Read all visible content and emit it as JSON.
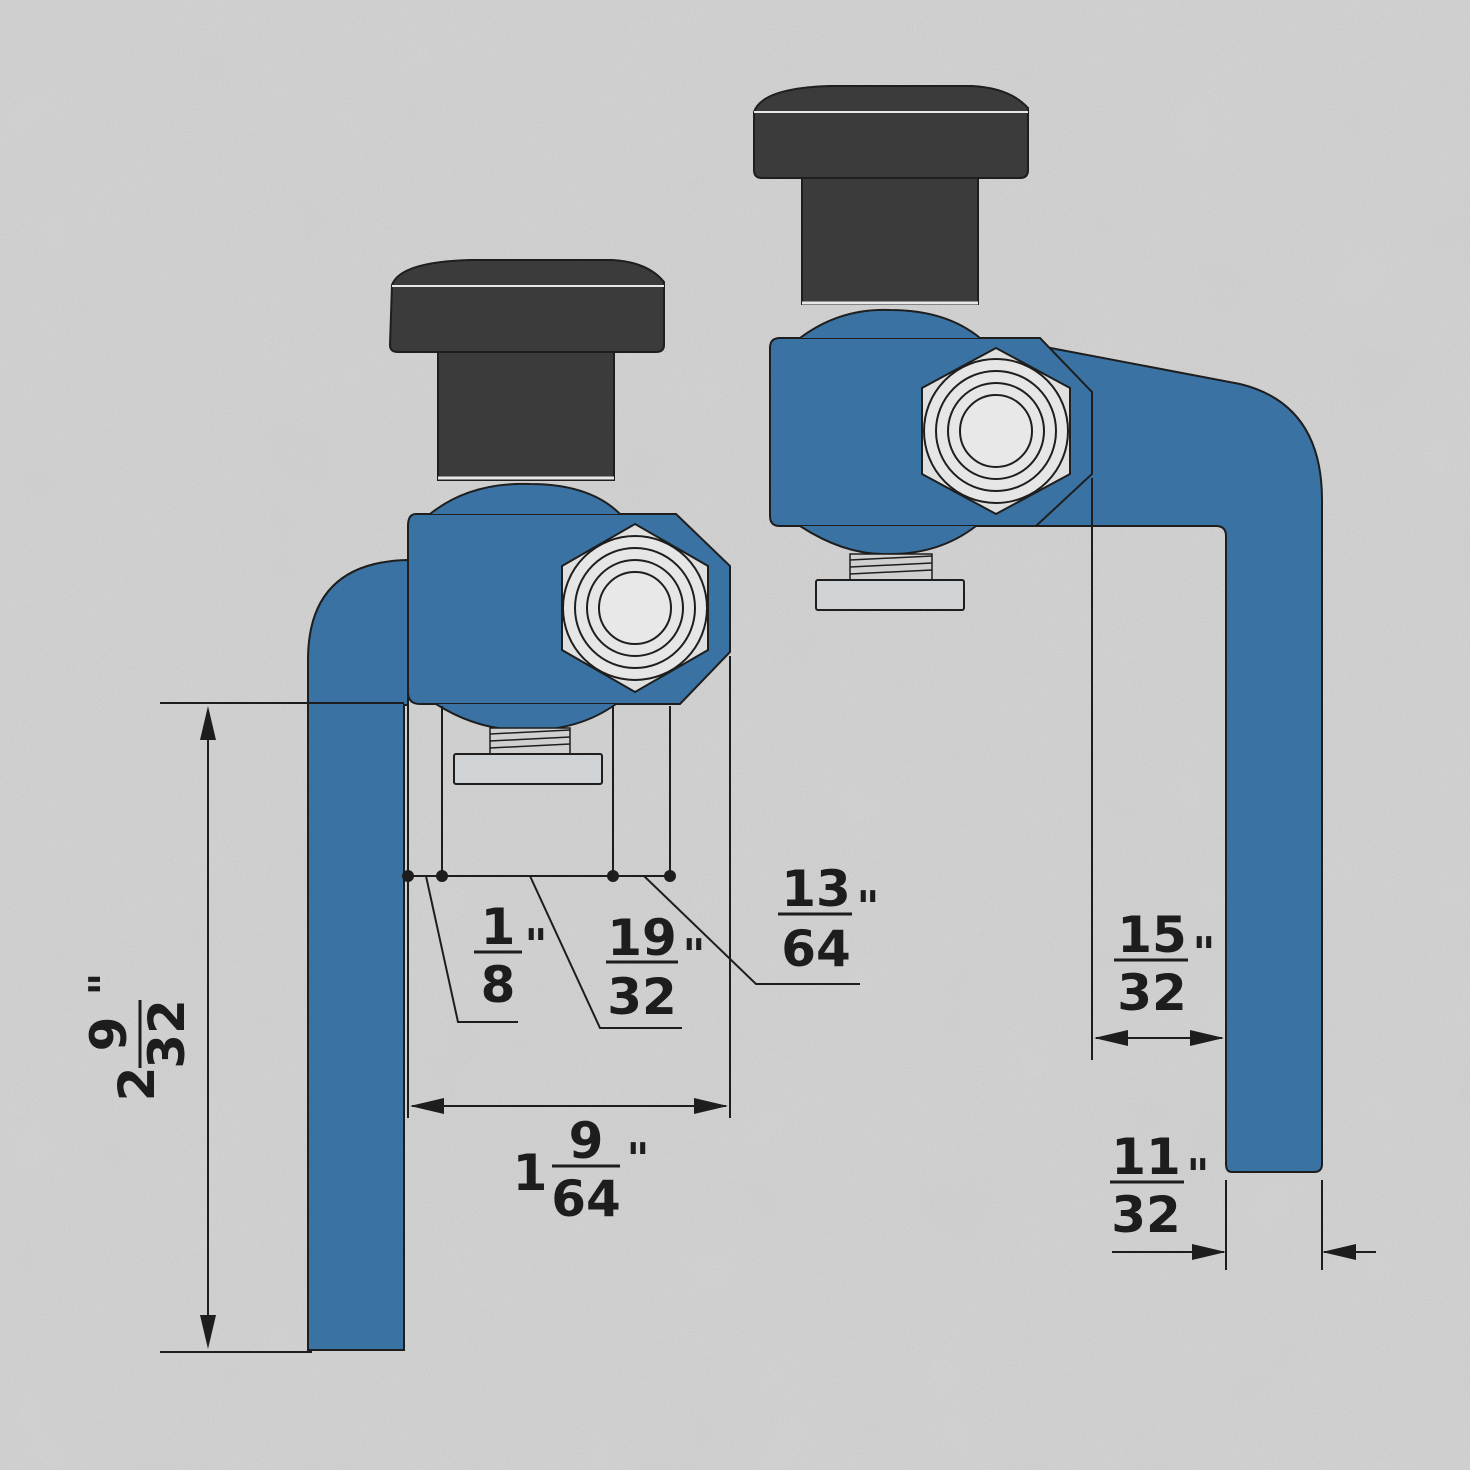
{
  "colors": {
    "background": "#c9c9c9",
    "clamp_body": "#3a73a3",
    "knob": "#3b3b3b",
    "outline": "#1e1e1e",
    "pad": "#cfd3d6",
    "dimension_line": "#1d1d1d"
  },
  "dimensions": {
    "leg_height": {
      "whole": "2",
      "numerator": "9",
      "denominator": "32",
      "unit": "\""
    },
    "tip_offset": {
      "numerator": "1",
      "denominator": "8",
      "unit": "\""
    },
    "pad_offset": {
      "numerator": "19",
      "denominator": "32",
      "unit": "\""
    },
    "body_edge": {
      "numerator": "13",
      "denominator": "64",
      "unit": "\""
    },
    "total_width": {
      "whole": "1",
      "numerator": "9",
      "denominator": "64",
      "unit": "\""
    },
    "inner_gap": {
      "numerator": "15",
      "denominator": "32",
      "unit": "\""
    },
    "leg_thickness": {
      "numerator": "11",
      "denominator": "32",
      "unit": "\""
    }
  }
}
